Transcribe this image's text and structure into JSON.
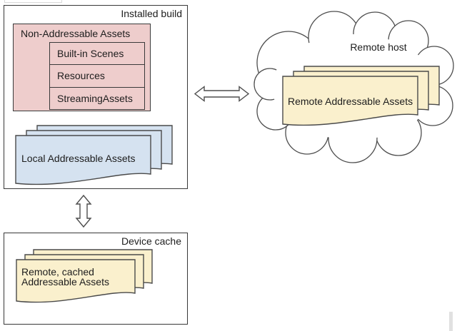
{
  "diagram": {
    "installed_build": {
      "title": "Installed build",
      "non_addressable": {
        "title": "Non-Addressable Assets",
        "items": [
          "Built-in Scenes",
          "Resources",
          "StreamingAssets"
        ]
      },
      "local_addressable": {
        "label": "Local Addressable Assets"
      }
    },
    "remote_host": {
      "title": "Remote host",
      "remote_addressable": {
        "label": "Remote Addressable Assets"
      }
    },
    "device_cache": {
      "title": "Device cache",
      "cached_addressable": {
        "label": "Remote, cached Addressable Assets"
      }
    },
    "colors": {
      "non_addressable_fill": "#eecdcc",
      "local_doc_fill": "#d5e2f0",
      "remote_doc_fill": "#faf0cd",
      "outline": "#4d4d4d"
    }
  }
}
